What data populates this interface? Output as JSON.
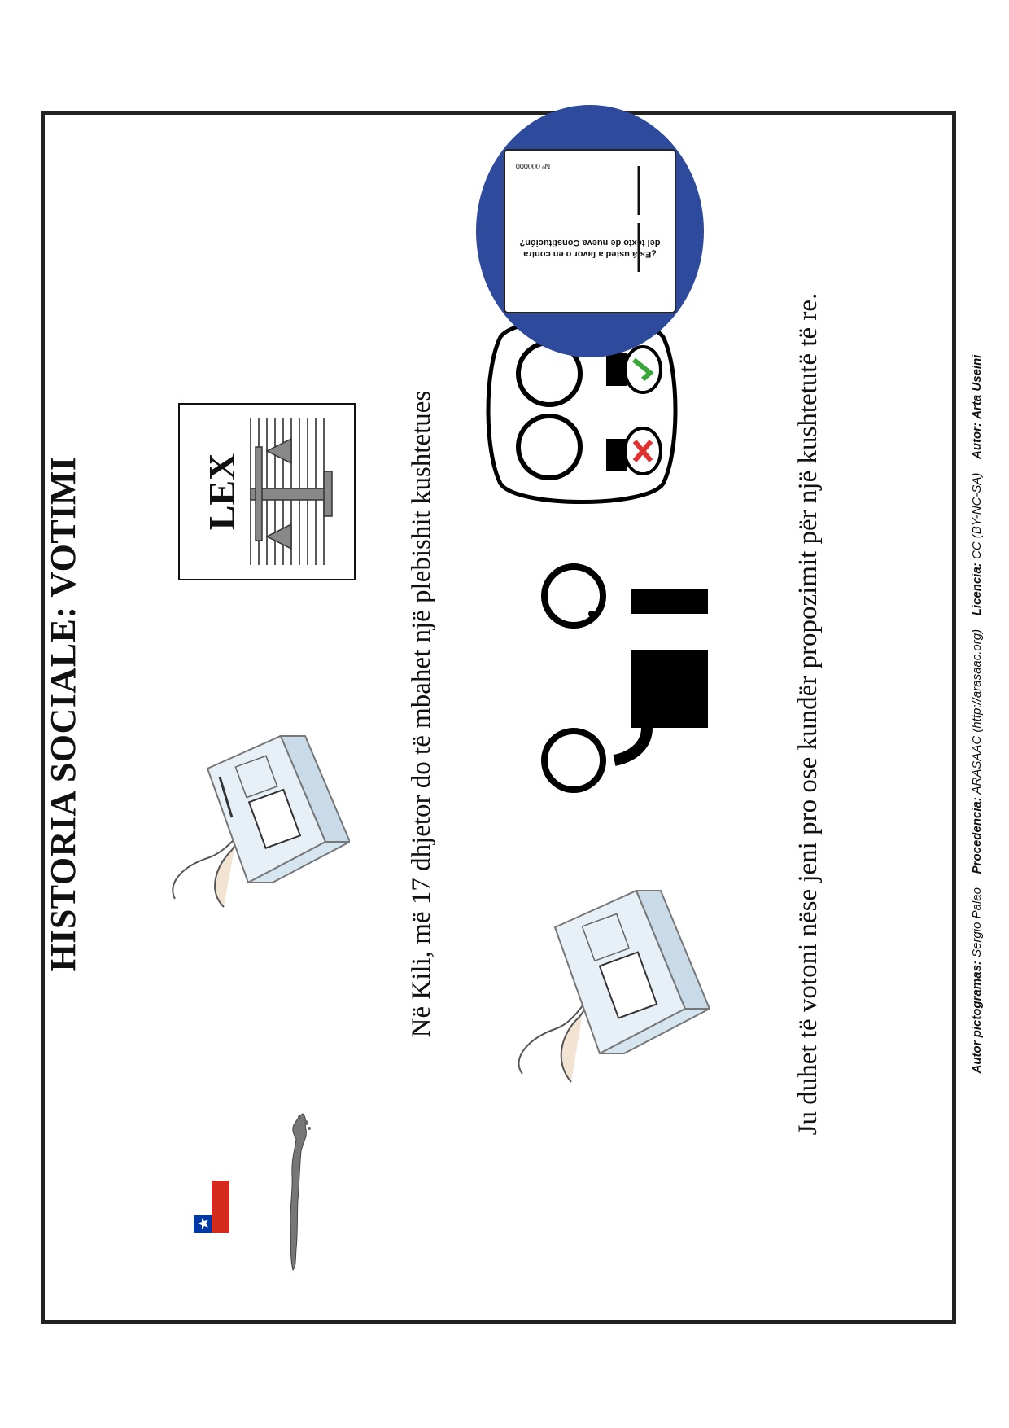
{
  "title": "HISTORIA SOCIALE: VOTIMI",
  "sentences": {
    "line1": "Në Kili, më 17 dhjetor do të mbahet një plebishit kushtetues",
    "line2": "Ju duhet të votoni nëse jeni pro ose kundër propozimit për një kushtetutë të re."
  },
  "lex_label": "LEX",
  "ballot": {
    "number": "Nº 000000",
    "question_line1": "¿Está usted a favor o en contra",
    "question_line2": "del texto de nueva Constitución?"
  },
  "footer": {
    "author_label": "Autor pictogramas:",
    "author_value": "Sergio Palao",
    "source_label": "Procedencia:",
    "source_value": "ARASAAC (http://arasaac.org)",
    "license_label": "Licencia:",
    "license_value": "CC (BY-NC-SA)",
    "adapter_label": "Autor:",
    "adapter_value": "Arta Useini"
  },
  "colors": {
    "chile_red": "#d52b1e",
    "chile_blue": "#0039a6",
    "ballot_circle": "#2e4a9c",
    "check_green": "#3aa63a",
    "cross_red": "#e03030"
  },
  "icons": [
    "chile-flag-icon",
    "chile-map-icon",
    "ballot-box-icon",
    "lex-law-icon",
    "two-people-talking-icon",
    "debate-yes-no-icon",
    "ballot-paper-icon"
  ]
}
